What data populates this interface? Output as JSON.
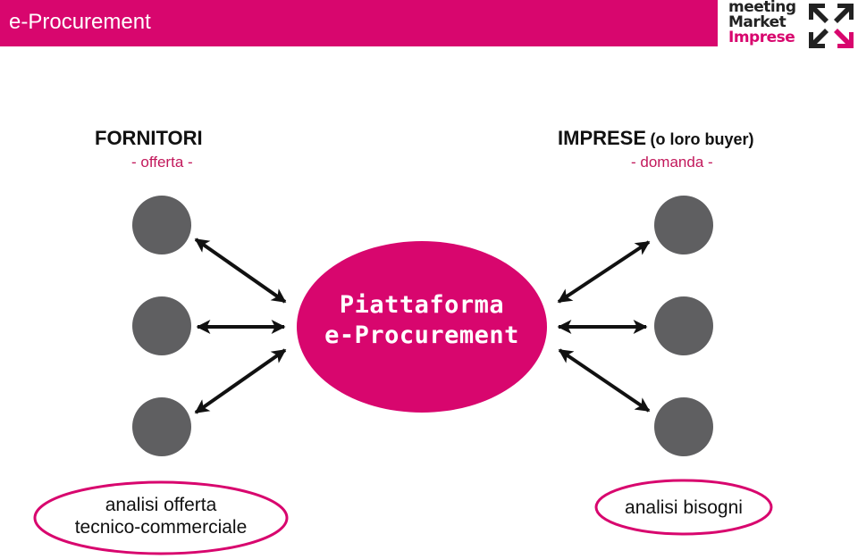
{
  "header": {
    "title": "e-Procurement",
    "bar_color": "#d8066e",
    "logo": {
      "line1": "meeting",
      "line2": "Market",
      "line3": "Imprese"
    }
  },
  "left_group": {
    "title": "FORNITORI",
    "subtitle": "- offerta -",
    "nodes": 3,
    "note": [
      "analisi offerta",
      "tecnico-commerciale"
    ]
  },
  "right_group": {
    "title": "IMPRESE",
    "title_extra": "(o loro buyer)",
    "subtitle": "- domanda -",
    "nodes": 3,
    "note": "analisi bisogni"
  },
  "center": {
    "line1": "Piattaforma",
    "line2": "e-Procurement",
    "color": "#d8066e"
  },
  "colors": {
    "accent": "#d8066e",
    "node": "#5f5f61",
    "arrow": "#111111",
    "subtitle": "#c2185b"
  }
}
